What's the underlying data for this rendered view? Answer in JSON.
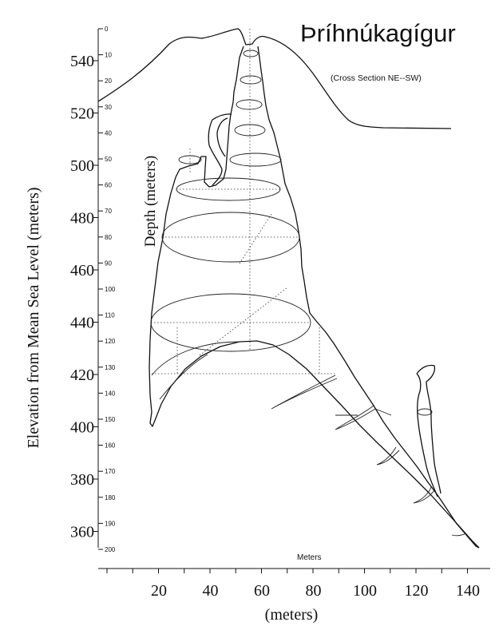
{
  "title": "Þríhnúkagígur",
  "subtitle": "(Cross Section NE--SW)",
  "y_axis_label": "Elevation from Mean Sea Level  (meters)",
  "depth_label": "Depth  (meters)",
  "meters_label": "Meters",
  "x_axis_label": "(meters)",
  "elevation_ticks": [
    "540",
    "520",
    "500",
    "480",
    "460",
    "440",
    "420",
    "400",
    "380",
    "360"
  ],
  "depth_ticks": [
    "0",
    "10",
    "20",
    "30",
    "40",
    "50",
    "60",
    "70",
    "80",
    "90",
    "100",
    "110",
    "120",
    "130",
    "140",
    "150",
    "160",
    "170",
    "180",
    "190",
    "200"
  ],
  "x_ticks": [
    "20",
    "40",
    "60",
    "80",
    "100",
    "120",
    "140"
  ],
  "colors": {
    "ink": "#111111",
    "background": "#ffffff"
  }
}
